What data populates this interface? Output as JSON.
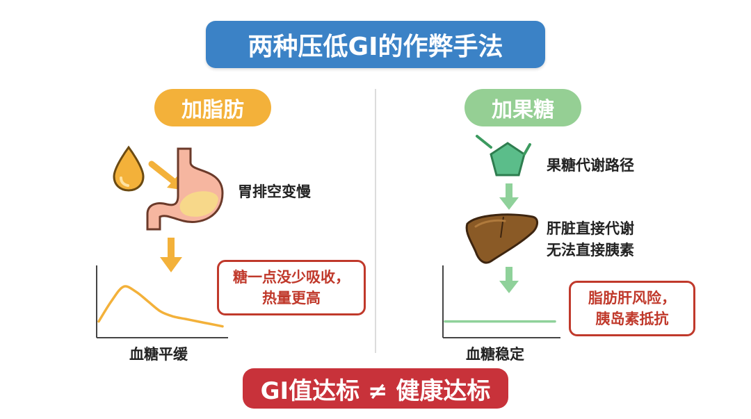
{
  "title": "两种压低GI的作弊手法",
  "left": {
    "heading": "加脂肪",
    "stomach_label": "胃排空变慢",
    "warning_lines": [
      "糖一点没少吸收，",
      "热量更高"
    ],
    "chart_label": "血糖平缓",
    "icons": [
      "oil-drop-icon",
      "stomach-icon",
      "arrow-icon"
    ]
  },
  "right": {
    "heading": "加果糖",
    "pathway_label": "果糖代谢路径",
    "liver_lines": [
      "肝脏直接代谢",
      "无法直接胰素"
    ],
    "warning_lines": [
      "脂肪肝风险，",
      "胰岛素抵抗"
    ],
    "chart_label": "血糖稳定",
    "icons": [
      "pentagon-molecule-icon",
      "liver-icon",
      "arrow-icon"
    ]
  },
  "footer": "GI值达标 ≠ 健康达标",
  "colors": {
    "title_blue": "#3b82c6",
    "fat_orange": "#f3b13a",
    "fructose_green": "#95cf94",
    "warning_red": "#c0392b",
    "footer_red": "#c8323a"
  },
  "chart_data": [
    {
      "type": "line",
      "title": "",
      "xlabel": "",
      "ylabel": "",
      "x": [
        0,
        1,
        2,
        3,
        4,
        5,
        6,
        7,
        8,
        9,
        10
      ],
      "series": [
        {
          "values": [
            3,
            7,
            10,
            9,
            7,
            5,
            4,
            3.5,
            3,
            2.5,
            2
          ]
        }
      ],
      "ylim": [
        0,
        14
      ],
      "caption": "血糖平缓"
    },
    {
      "type": "line",
      "title": "",
      "xlabel": "",
      "ylabel": "",
      "x": [
        0,
        10
      ],
      "series": [
        {
          "values": [
            3,
            3
          ]
        }
      ],
      "ylim": [
        0,
        14
      ],
      "caption": "血糖稳定"
    }
  ]
}
